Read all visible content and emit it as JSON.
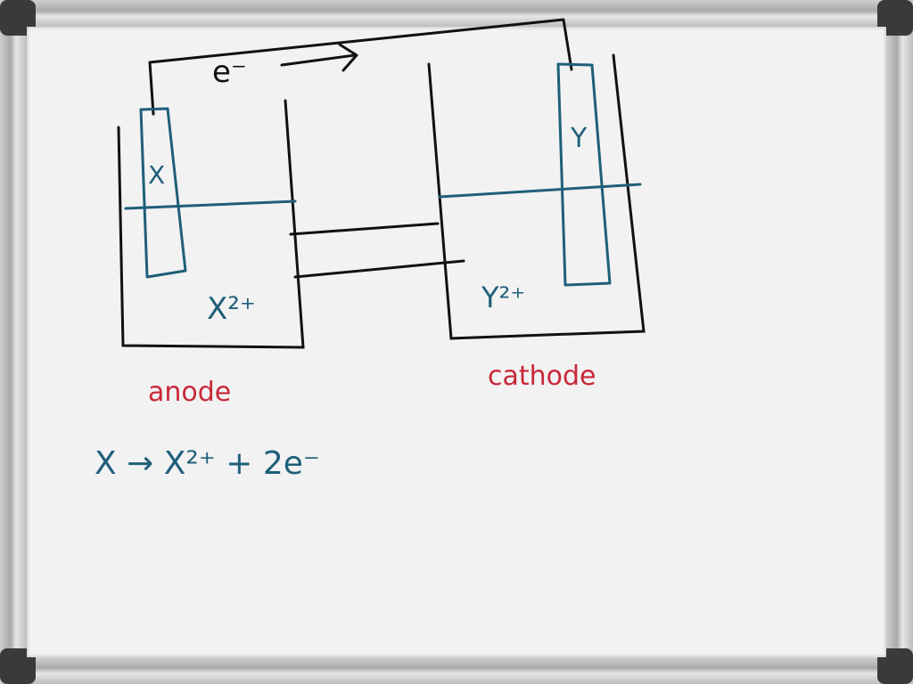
{
  "diagram": {
    "electron_flow_label": "e⁻",
    "anode_electrode_label": "X",
    "cathode_electrode_label": "Y",
    "anode_ion_label": "X²⁺",
    "cathode_ion_label": "Y²⁺",
    "anode_label": "anode",
    "cathode_label": "cathode",
    "half_reaction": "X → X²⁺ + 2e⁻"
  },
  "colors": {
    "ink_black": "#111111",
    "ink_blue": "#1f5f7a",
    "ink_red": "#c8283a",
    "surface": "#f2f2f2"
  }
}
